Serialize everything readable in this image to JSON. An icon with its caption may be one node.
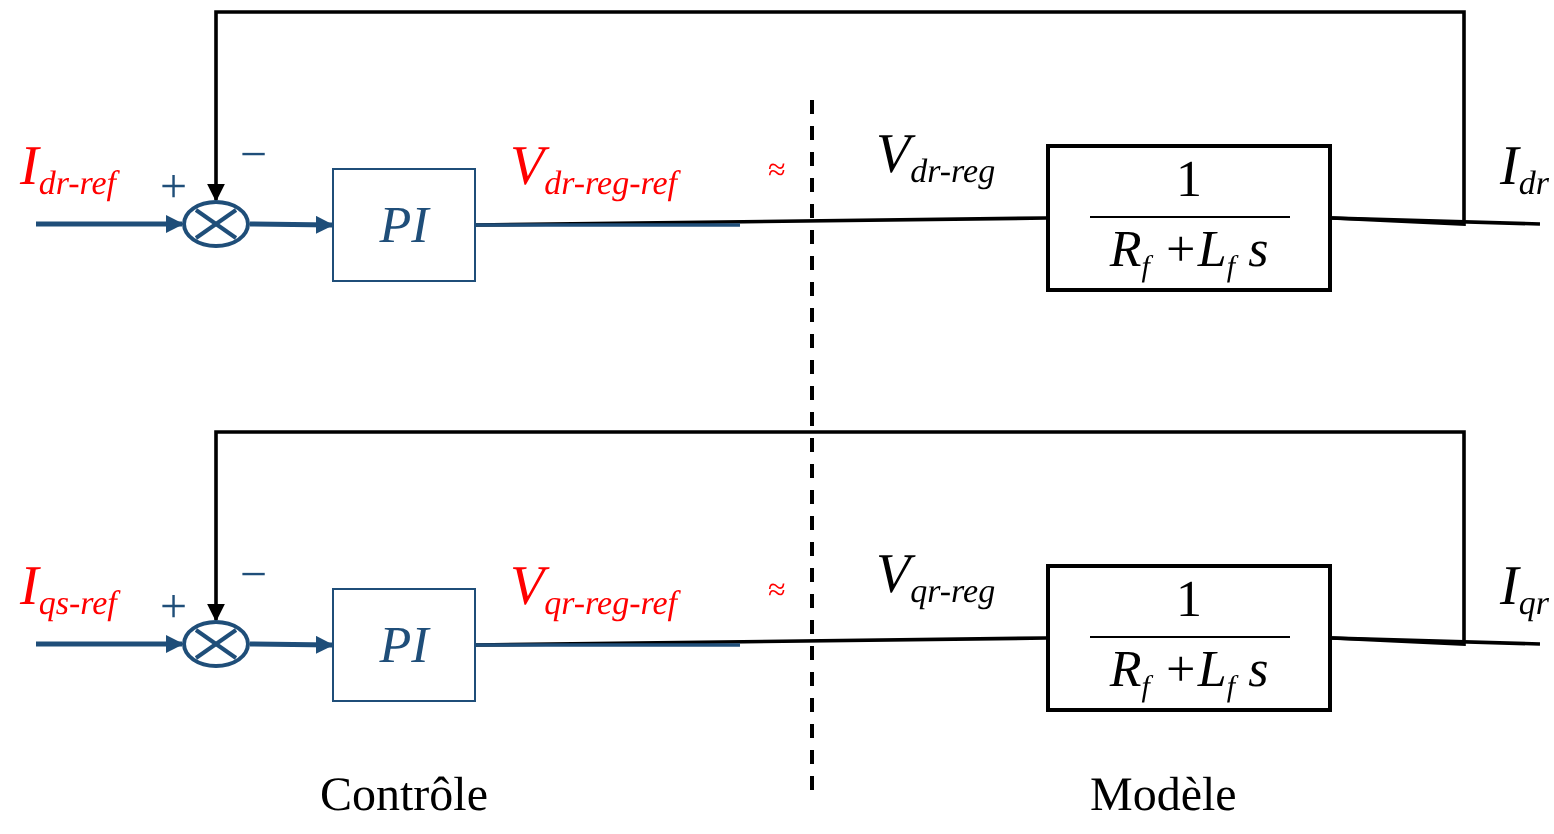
{
  "diagram": {
    "nodes": [
      {
        "text": [],
        "shape": "circle"
      },
      {
        "text": [
          "PI"
        ]
      },
      {
        "text": [
          "1",
          "R$_{f}$ +L$_{f}$ s"
        ]
      },
      {
        "text": [],
        "shape": "circle"
      },
      {
        "text": [
          "PI"
        ]
      },
      {
        "text": [
          "1",
          "R$_{f}$ +L$_{f}$ s"
        ]
      }
    ],
    "edges": [
      {
        "from": null,
        "to": 0,
        "arrow": "to",
        "color": "#1f4e79"
      },
      {
        "from": 0,
        "to": 1,
        "arrow": "to",
        "color": "#1f4e79"
      },
      {
        "from": 1,
        "to": 2,
        "arrow": "none"
      },
      {
        "from": 2,
        "to": null,
        "arrow": "none"
      },
      {
        "from": 2,
        "to": 0,
        "arrow": "to"
      },
      {
        "from": null,
        "to": 3,
        "arrow": "to",
        "color": "#1f4e79"
      },
      {
        "from": 3,
        "to": 4,
        "arrow": "to",
        "color": "#1f4e79"
      },
      {
        "from": 4,
        "to": 5,
        "arrow": "none"
      },
      {
        "from": 5,
        "to": null,
        "arrow": "none"
      },
      {
        "from": 5,
        "to": 3,
        "arrow": "to"
      }
    ],
    "labels": [
      "I$_{dr-ref}$",
      "+",
      "−",
      "V$_{dr-reg-ref}$",
      "≈",
      "V$_{dr-reg}$",
      "I$_{dr}$",
      "I$_{qs-ref}$",
      "+",
      "−",
      "V$_{qr-reg-ref}$",
      "≈",
      "V$_{qr-reg}$",
      "I$_{qr}$",
      "Contrôle",
      "Modèle"
    ]
  }
}
